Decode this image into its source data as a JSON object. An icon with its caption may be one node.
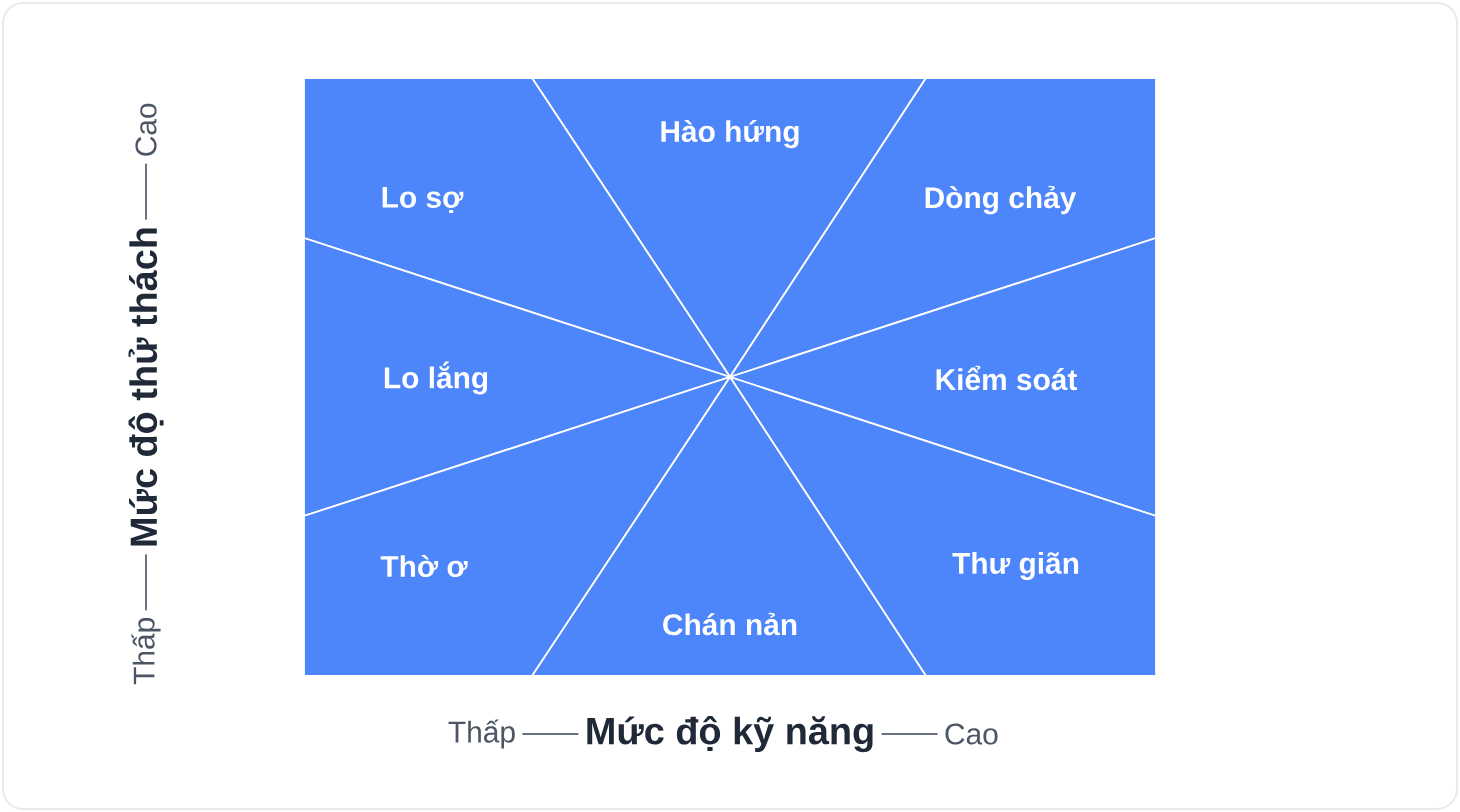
{
  "diagram": {
    "nodes": [
      {
        "text": [
          "Hào hứng"
        ]
      },
      {
        "text": [
          "Lo sợ"
        ]
      },
      {
        "text": [
          "Dòng chảy"
        ]
      },
      {
        "text": [
          "Lo lắng"
        ]
      },
      {
        "text": [
          "Kiểm soát"
        ]
      },
      {
        "text": [
          "Thờ ơ"
        ]
      },
      {
        "text": [
          "Thư giãn"
        ]
      },
      {
        "text": [
          "Chán nản"
        ]
      }
    ],
    "labels": [
      "Thấp",
      "Mức độ thử thách",
      "Cao",
      "Thấp",
      "Mức độ kỹ năng",
      "Cao"
    ]
  }
}
